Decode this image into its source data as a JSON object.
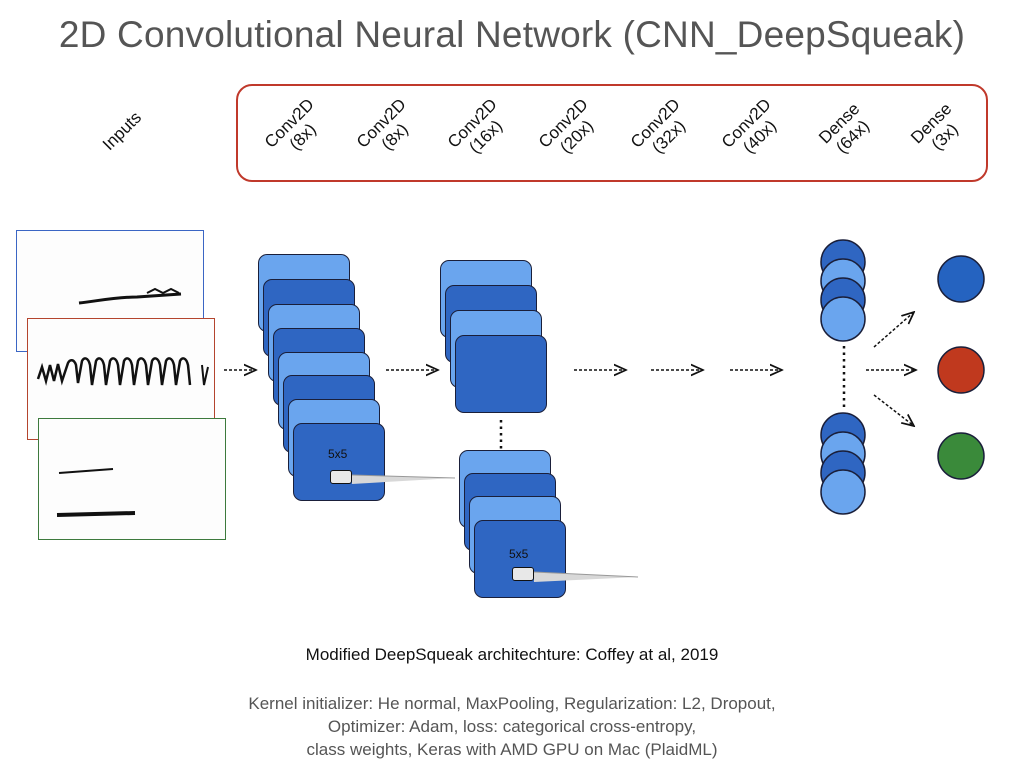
{
  "title": "2D Convolutional Neural Network (CNN_DeepSqueak)",
  "inputs_label": "Inputs",
  "layers": [
    {
      "name": "Conv2D",
      "count": "(8x)"
    },
    {
      "name": "Conv2D",
      "count": "(8x)"
    },
    {
      "name": "Conv2D",
      "count": "(16x)"
    },
    {
      "name": "Conv2D",
      "count": "(20x)"
    },
    {
      "name": "Conv2D",
      "count": "(32x)"
    },
    {
      "name": "Conv2D",
      "count": "(40x)"
    },
    {
      "name": "Dense",
      "count": "(64x)"
    },
    {
      "name": "Dense",
      "count": "(3x)"
    }
  ],
  "kernel_1": "5x5",
  "kernel_2": "5x5",
  "output_colors": [
    "#2563c0",
    "#c0391e",
    "#3a8a3a"
  ],
  "caption": "Modified DeepSqueak architechture: Coffey at al, 2019",
  "notes": [
    "Kernel initializer: He normal, MaxPooling, Regularization: L2, Dropout,",
    "Optimizer: Adam, loss: categorical cross-entropy,",
    "class weights, Keras with AMD GPU on Mac (PlaidML)"
  ]
}
